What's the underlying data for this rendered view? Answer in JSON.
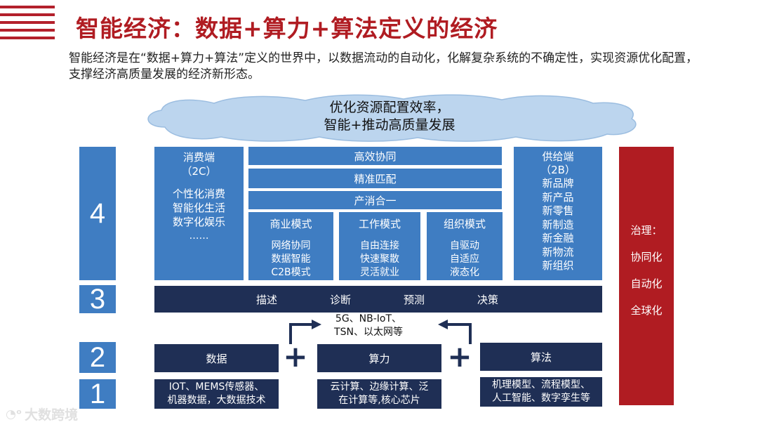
{
  "header": {
    "title": "智能经济：数据+算力+算法定义的经济",
    "subtitle": "智能经济是在“数据+算力+算法”定义的世界中，以数据流动的自动化，化解复杂系统的不确定性，实现资源优化配置，支撑经济高质量发展的经济新形态。"
  },
  "cloud": {
    "line1": "优化资源配置效率，",
    "line2": "智能+推动高质量发展"
  },
  "levels": [
    "4",
    "3",
    "2",
    "1"
  ],
  "consumer": {
    "title": "消费端",
    "code": "（2C）",
    "items": [
      "个性化消费",
      "智能化生活",
      "数字化娱乐",
      "……"
    ]
  },
  "center_bars": [
    "高效协同",
    "精准匹配",
    "产消合一"
  ],
  "modes": [
    {
      "title": "商业模式",
      "items": [
        "网络协同",
        "数据智能",
        "C2B模式"
      ]
    },
    {
      "title": "工作模式",
      "items": [
        "自由连接",
        "快速聚散",
        "灵活就业"
      ]
    },
    {
      "title": "组织模式",
      "items": [
        "自驱动",
        "自适应",
        "液态化"
      ]
    }
  ],
  "supplier": {
    "title": "供给端",
    "code": "（2B）",
    "items": [
      "新品牌",
      "新产品",
      "新零售",
      "新制造",
      "新金融",
      "新物流",
      "新组织",
      "……"
    ]
  },
  "level3_steps": [
    "描述",
    "诊断",
    "预测",
    "决策"
  ],
  "network": {
    "line1": "5G、NB-IoT、",
    "line2": "TSN、以太网等"
  },
  "pillars": [
    {
      "label": "数据",
      "detail_1": "IOT、MEMS传感器、",
      "detail_2": "机器数据，大数据技术"
    },
    {
      "label": "算力",
      "detail_1": "云计算、边缘计算、泛",
      "detail_2": "在计算等,核心芯片"
    },
    {
      "label": "算法",
      "detail_1": "机理模型、流程模型、",
      "detail_2": "人工智能、数字孪生等"
    }
  ],
  "plus_sign": "+",
  "governance": {
    "title": "治理：",
    "items": [
      "协同化",
      "自动化",
      "全球化"
    ]
  },
  "watermark": "大数跨境",
  "colors": {
    "title_red": "#b01c22",
    "block_blue": "#3f7dc2",
    "navy": "#1f2f55",
    "cloud": "#bcd5ee"
  }
}
